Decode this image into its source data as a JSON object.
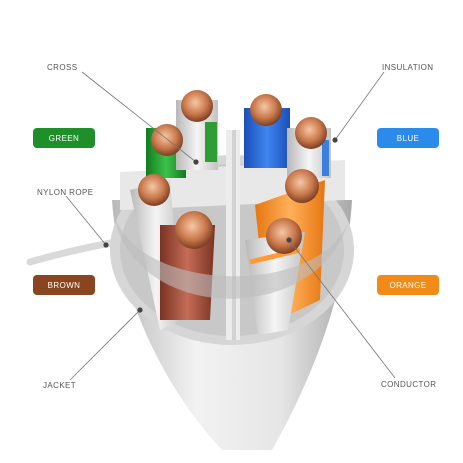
{
  "labels": {
    "cross": "CROSS",
    "insulation": "INSULATION",
    "nylon_rope": "NYLON ROPE",
    "jacket": "JACKET",
    "conductor": "CONDUCTOR"
  },
  "badges": {
    "green": {
      "text": "GREEN",
      "color": "#1f8f2a"
    },
    "blue": {
      "text": "BLUE",
      "color": "#2a8bea"
    },
    "brown": {
      "text": "BROWN",
      "color": "#8a4520"
    },
    "orange": {
      "text": "ORANGE",
      "color": "#f28a18"
    }
  }
}
